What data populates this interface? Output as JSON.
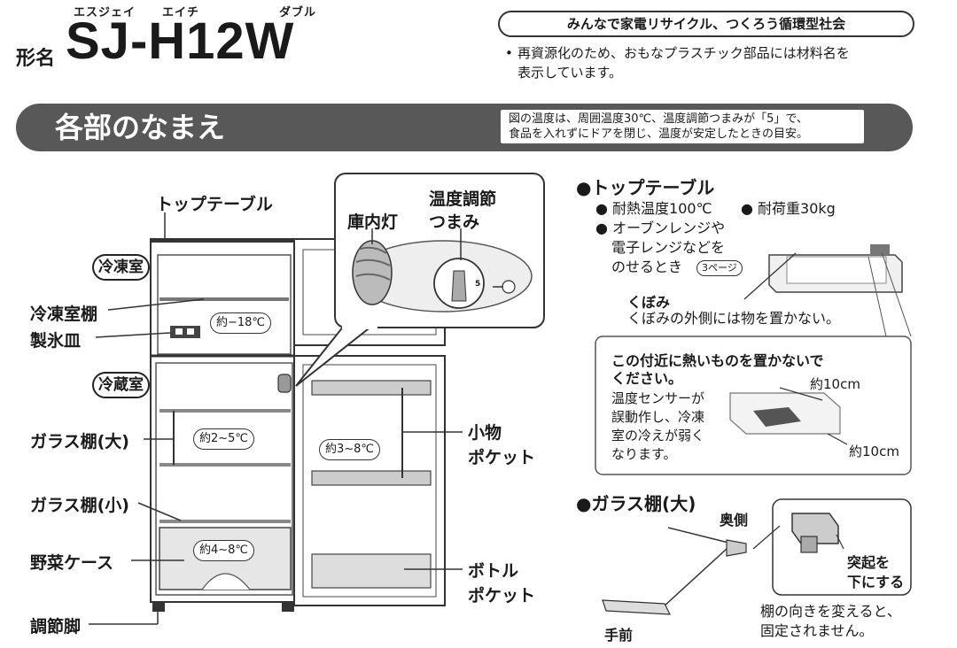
{
  "header": {
    "model_prefix": "形名",
    "model": "SJ-H12W",
    "furigana": [
      "エスジェイ",
      "エイチ",
      "ダブル"
    ]
  },
  "recycle": {
    "title": "みんなで家電リサイクル、つくろう循環型社会",
    "bullet": "•",
    "line1": "再資源化のため、おもなプラスチック部品には材料名を",
    "line2": "表示しています。"
  },
  "section": {
    "title": "各部のなまえ",
    "note_line1": "図の温度は、周囲温度30℃、温度調節つまみが「5」で、",
    "note_line2": "食品を入れずにドアを閉じ、温度が安定したときの目安。"
  },
  "fridge": {
    "top_table": "トップテーブル",
    "freezer": "冷凍室",
    "freezer_shelf": "冷凍室棚",
    "ice_tray": "製氷皿",
    "fridge_room": "冷蔵室",
    "glass_large": "ガラス棚(大)",
    "glass_small": "ガラス棚(小)",
    "veg_case": "野菜ケース",
    "feet": "調節脚",
    "small_pocket": [
      "小物",
      "ポケット"
    ],
    "bottle_pocket": [
      "ボトル",
      "ポケット"
    ],
    "temp_freezer": "約−18℃",
    "temp_fridge": "約2~5℃",
    "temp_door": "約3~8℃",
    "temp_veg": "約4~8℃"
  },
  "callout": {
    "lamp": "庫内灯",
    "knob_line1": "温度調節",
    "knob_line2": "つまみ",
    "knob_mark": "5"
  },
  "top_table_panel": {
    "heading": "●トップテーブル",
    "spec1": "● 耐熱温度100℃",
    "spec2": "● 耐荷重30kg",
    "item1": "● オーブンレンジや",
    "item2": "電子レンジなどを",
    "item3": "のせるとき",
    "page_ref": "3ページ",
    "kubomi": "くぼみ",
    "kubomi_note": "くぼみの外側には物を置かない。"
  },
  "warning": {
    "title1": "この付近に熱いものを置かないで",
    "title2": "ください。",
    "body": [
      "温度センサーが",
      "誤動作し、冷凍",
      "室の冷えが弱く",
      "なります。"
    ],
    "dim1": "約10cm",
    "dim2": "約10cm"
  },
  "glass_panel": {
    "heading": "●ガラス棚(大)",
    "back": "奥側",
    "front": "手前",
    "protrusion1": "突起を",
    "protrusion2": "下にする",
    "note1": "棚の向きを変えると、",
    "note2": "固定されません。"
  },
  "colors": {
    "banner": "#585858",
    "accent": "#1a1a1a"
  }
}
